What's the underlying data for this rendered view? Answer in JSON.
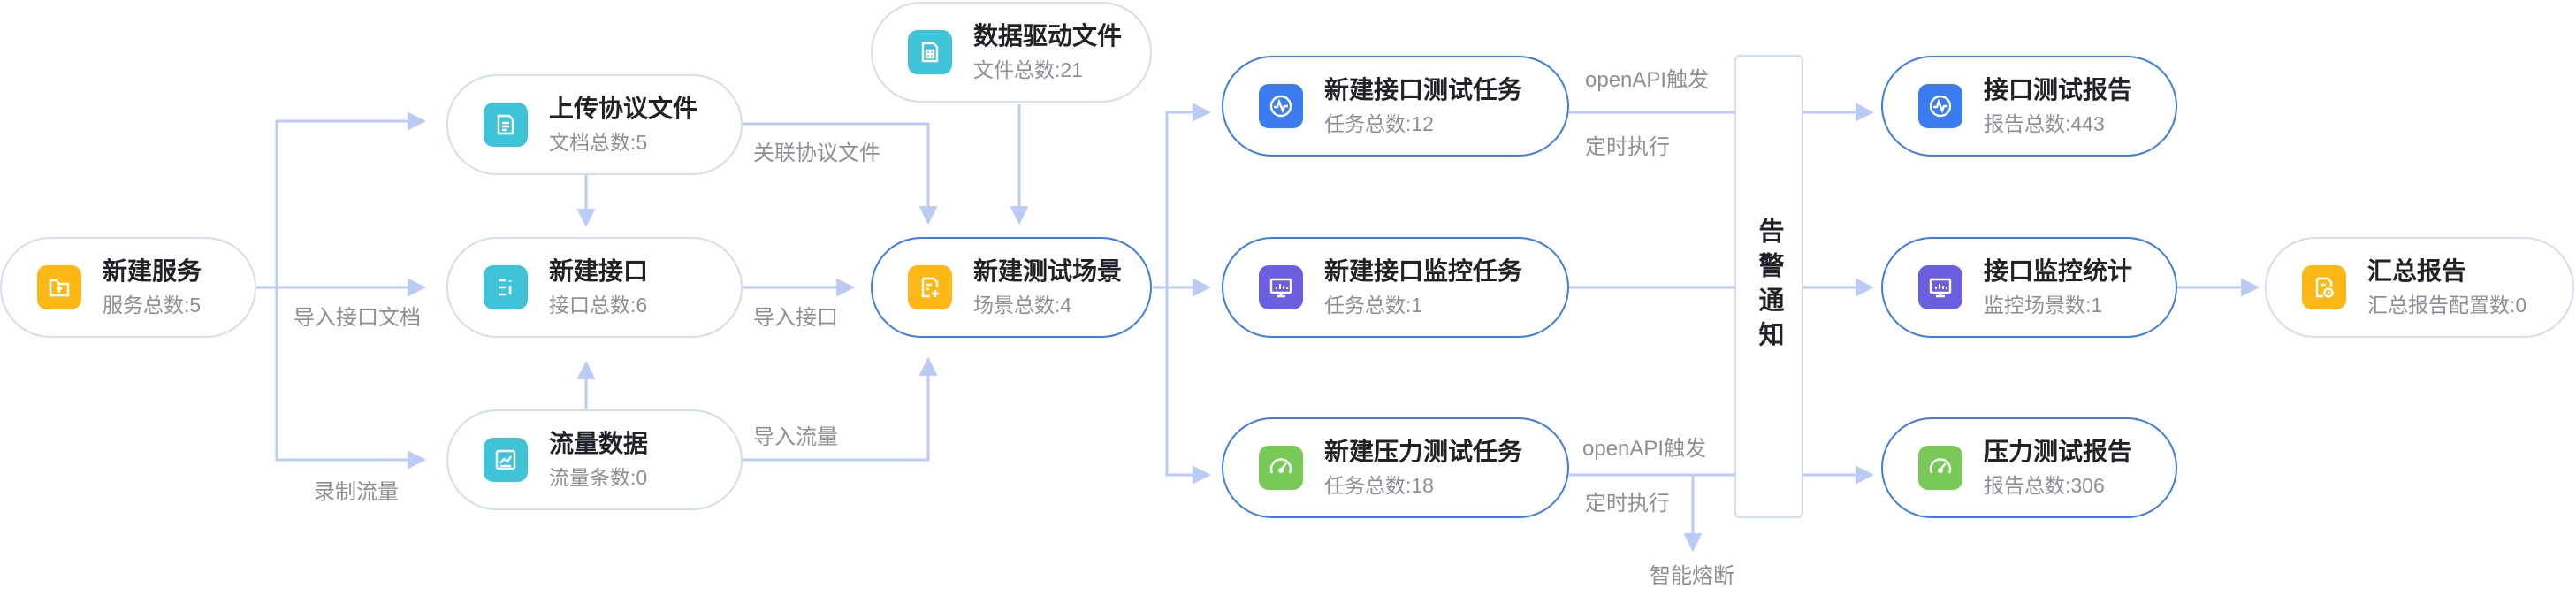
{
  "colors": {
    "orange": "#fdb817",
    "cyan": "#3ec3d8",
    "blue": "#3b7cf0",
    "purple": "#6b5fe0",
    "green": "#79c958",
    "line": "#bccbf5"
  },
  "nodes": {
    "new_service": {
      "title": "新建服务",
      "sub": "服务总数:5",
      "icon": "folder-upload-icon"
    },
    "upload_protocol": {
      "title": "上传协议文件",
      "sub": "文档总数:5",
      "icon": "document-icon"
    },
    "new_interface": {
      "title": "新建接口",
      "sub": "接口总数:6",
      "icon": "api-list-icon"
    },
    "traffic_data": {
      "title": "流量数据",
      "sub": "流量条数:0",
      "icon": "traffic-chart-icon"
    },
    "data_driven": {
      "title": "数据驱动文件",
      "sub": "文件总数:21",
      "icon": "data-file-icon"
    },
    "new_scene": {
      "title": "新建测试场景",
      "sub": "场景总数:4",
      "icon": "scene-add-icon"
    },
    "api_test_task": {
      "title": "新建接口测试任务",
      "sub": "任务总数:12",
      "icon": "pulse-icon"
    },
    "api_monitor_task": {
      "title": "新建接口监控任务",
      "sub": "任务总数:1",
      "icon": "monitor-icon"
    },
    "stress_task": {
      "title": "新建压力测试任务",
      "sub": "任务总数:18",
      "icon": "gauge-icon"
    },
    "api_test_report": {
      "title": "接口测试报告",
      "sub": "报告总数:443",
      "icon": "pulse-icon"
    },
    "monitor_stats": {
      "title": "接口监控统计",
      "sub": "监控场景数:1",
      "icon": "monitor-icon"
    },
    "stress_report": {
      "title": "压力测试报告",
      "sub": "报告总数:306",
      "icon": "gauge-icon"
    },
    "summary_report": {
      "title": "汇总报告",
      "sub": "汇总报告配置数:0",
      "icon": "summary-file-icon"
    }
  },
  "alert": {
    "label": "告警通知"
  },
  "labels": {
    "import_doc": "导入接口文档",
    "record_traffic": "录制流量",
    "link_protocol": "关联协议文件",
    "import_interface": "导入接口",
    "import_traffic": "导入流量",
    "openapi_1": "openAPI触发",
    "timed_1": "定时执行",
    "openapi_2": "openAPI触发",
    "timed_2": "定时执行",
    "circuit_break": "智能熔断"
  }
}
